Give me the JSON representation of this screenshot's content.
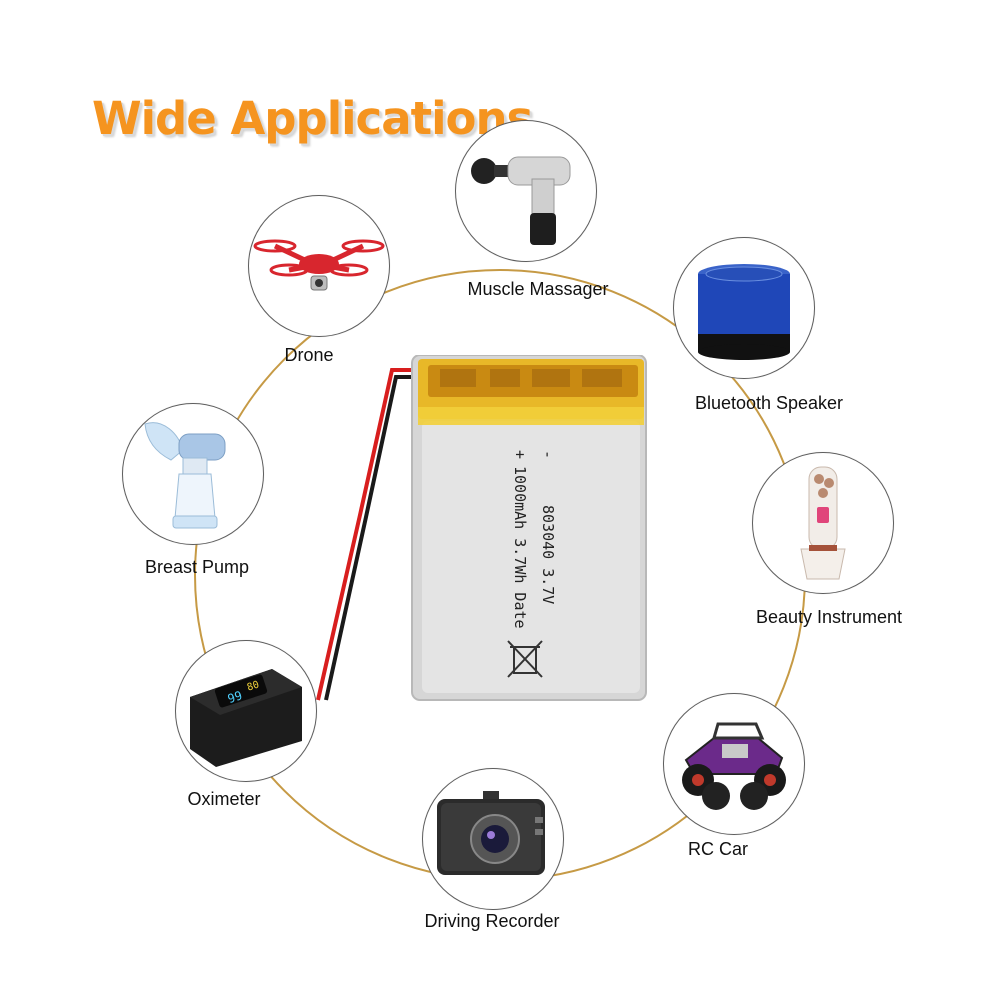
{
  "title": "Wide Applications",
  "colors": {
    "title": "#f5941f",
    "ring": "#c69a45",
    "battery_tape": "#e8b828",
    "battery_body": "#d9d9d9"
  },
  "battery": {
    "minus_sign": "-",
    "plus_sign": "+",
    "model_line": "803040 3.7V",
    "capacity_line": "1000mAh 3.7Wh Date",
    "disposal_icon": "crossed-bin-icon"
  },
  "applications": [
    {
      "key": "muscle-massager",
      "label": "Muscle Massager",
      "icon": "massage-gun-icon"
    },
    {
      "key": "bluetooth-speaker",
      "label": "Bluetooth Speaker",
      "icon": "speaker-icon"
    },
    {
      "key": "beauty-instrument",
      "label": "Beauty Instrument",
      "icon": "beauty-device-icon"
    },
    {
      "key": "rc-car",
      "label": "RC Car",
      "icon": "rc-car-icon"
    },
    {
      "key": "driving-recorder",
      "label": "Driving Recorder",
      "icon": "dashcam-icon"
    },
    {
      "key": "oximeter",
      "label": "Oximeter",
      "icon": "oximeter-icon"
    },
    {
      "key": "breast-pump",
      "label": "Breast Pump",
      "icon": "breast-pump-icon"
    },
    {
      "key": "drone",
      "label": "Drone",
      "icon": "drone-icon"
    }
  ],
  "oximeter_display": {
    "reading_a": "99",
    "reading_b": "80"
  }
}
